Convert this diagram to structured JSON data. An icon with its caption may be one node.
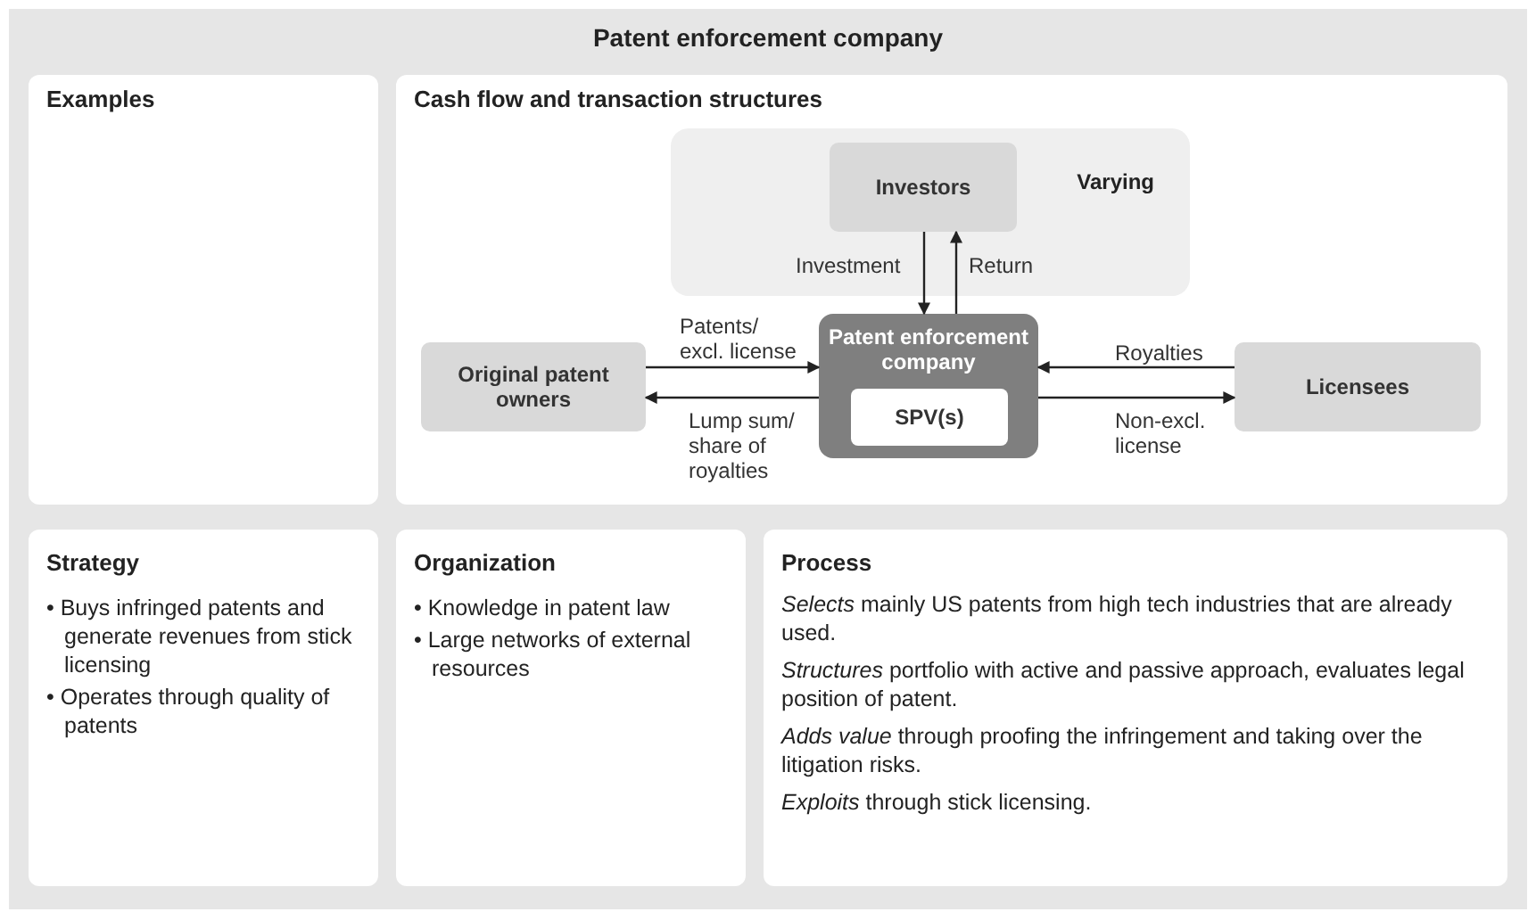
{
  "diagram": {
    "nodes": [
      {
        "text": [
          "Patent enforcement company"
        ]
      },
      {
        "text": [
          "Examples"
        ],
        "in": 0
      },
      {
        "text": [
          "Cash flow and transaction structures"
        ],
        "in": 0
      },
      {
        "text": [
          "Varying"
        ],
        "in": 2
      },
      {
        "text": [
          "Investors"
        ],
        "in": 3
      },
      {
        "text": [
          "Patent enforcement company"
        ],
        "in": 2
      },
      {
        "text": [
          "SPV(s)"
        ],
        "in": 5
      },
      {
        "text": [
          "Original patent owners"
        ],
        "in": 2
      },
      {
        "text": [
          "Licensees"
        ],
        "in": 2
      },
      {
        "text": [
          "Strategy",
          "• Buys infringed patents and generate revenues from stick licensing",
          "• Operates through quality of patents"
        ],
        "in": 0
      },
      {
        "text": [
          "Organization",
          "• Knowledge in patent law",
          "• Large networks of external resources"
        ],
        "in": 0
      },
      {
        "text": [
          "Process",
          "*Selects* mainly US patents from high tech industries that are already used.",
          "*Structures* portfolio with active and passive approach, evaluates legal position of patent.",
          "*Adds value* through proofing the infringement and taking over the litigation risks.",
          "*Exploits* through stick licensing."
        ],
        "in": 0
      }
    ],
    "edges": [
      {
        "from": 4,
        "to": 5,
        "arrow": "to",
        "label": "Investment"
      },
      {
        "from": 5,
        "to": 4,
        "arrow": "to",
        "label": "Return"
      },
      {
        "from": 7,
        "to": 5,
        "arrow": "to",
        "label": "Patents/ excl. license"
      },
      {
        "from": 5,
        "to": 7,
        "arrow": "to",
        "label": "Lump sum/ share of royalties"
      },
      {
        "from": 8,
        "to": 5,
        "arrow": "to",
        "label": "Royalties"
      },
      {
        "from": 5,
        "to": 8,
        "arrow": "to",
        "label": "Non-excl. license"
      }
    ]
  }
}
